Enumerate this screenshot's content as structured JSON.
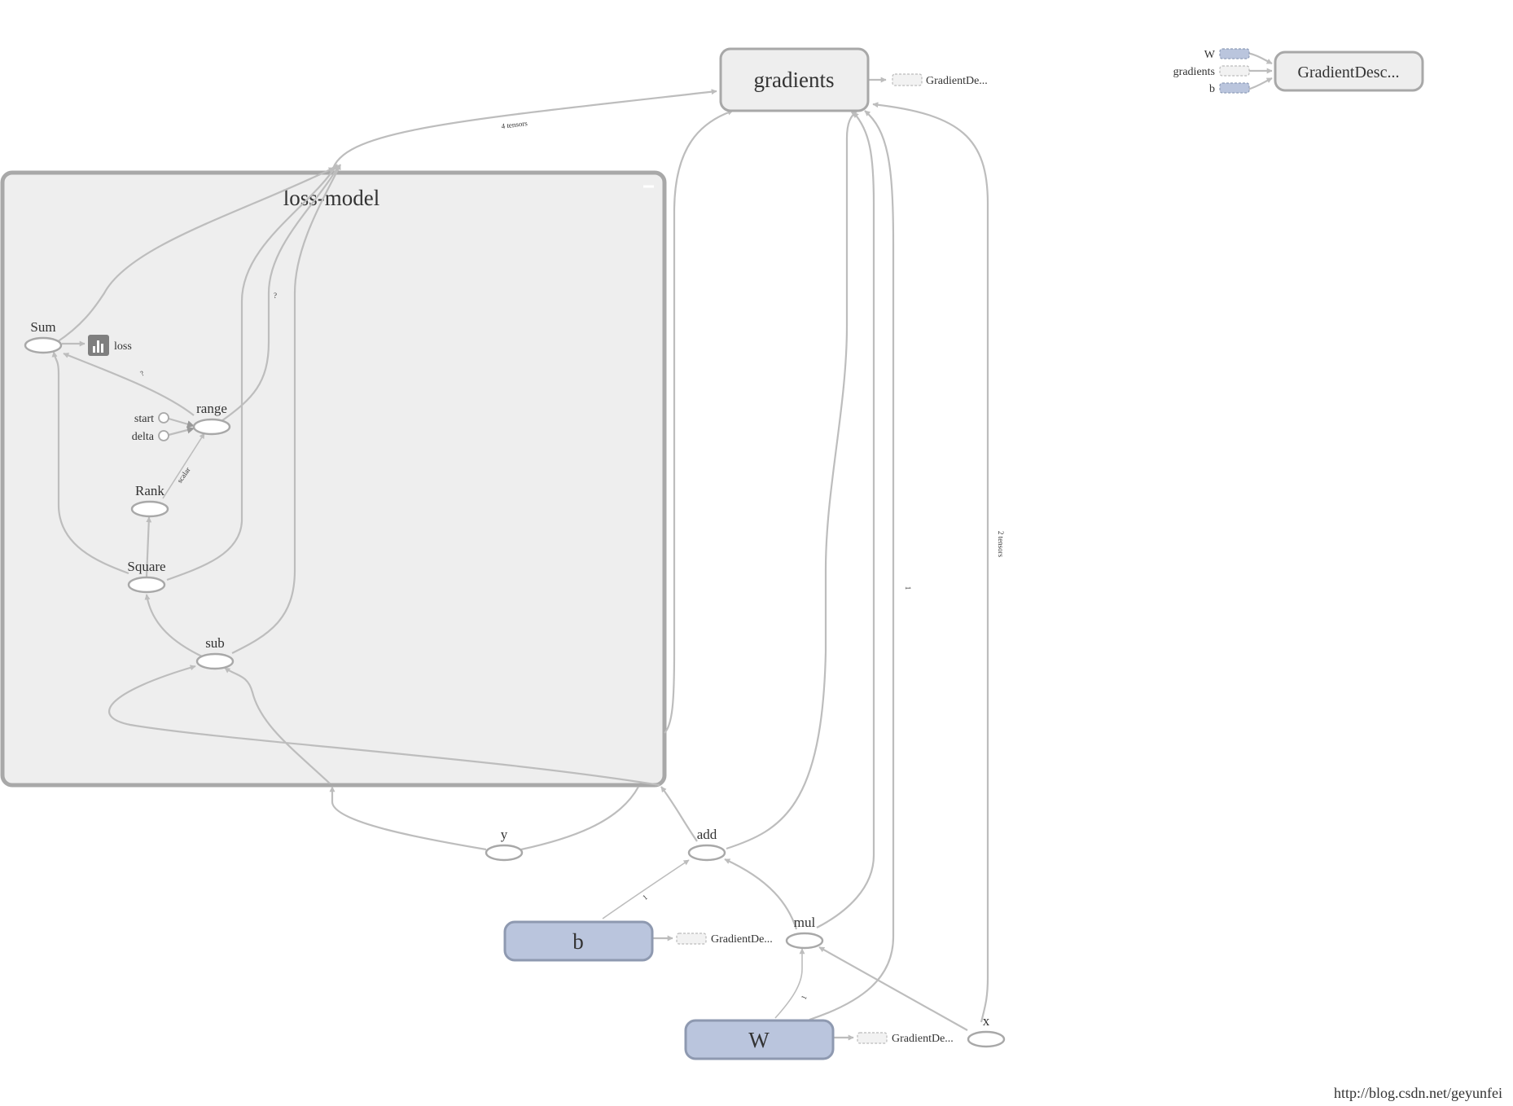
{
  "graph": {
    "gradients_label": "gradients",
    "gradient_desc_label": "GradientDesc...",
    "loss_model_label": "loss-model",
    "b_label": "b",
    "w_label": "W",
    "ops": {
      "sum": "Sum",
      "range": "range",
      "rank": "Rank",
      "square": "Square",
      "sub": "sub",
      "y": "y",
      "add": "add",
      "mul": "mul",
      "x": "x"
    },
    "constants": {
      "start": "start",
      "delta": "delta"
    },
    "summary": {
      "loss": "loss"
    },
    "refs": {
      "gradients_out": "GradientDe...",
      "b_out": "GradientDe...",
      "w_out": "GradientDe..."
    },
    "gradient_desc_inputs": {
      "w": "W",
      "gradients": "gradients",
      "b": "b"
    },
    "edge_labels": {
      "four_tensors": "4 tensors",
      "two_tensors": "2 tensors",
      "scalar": "scalar",
      "q1": "?",
      "q2": "?",
      "one_a": "1",
      "one_b": "1",
      "one_c": "1"
    }
  },
  "colors": {
    "series_node_fill": "#eeeeee",
    "variable_node_fill": "#bac5dd",
    "edge": "#bdbdbd",
    "border": "#a8a8a8",
    "summary_icon": "#7f7f7f"
  },
  "icons": {
    "summary": "bar-chart-icon",
    "collapse": "minus-icon"
  },
  "watermark": "http://blog.csdn.net/geyunfei"
}
